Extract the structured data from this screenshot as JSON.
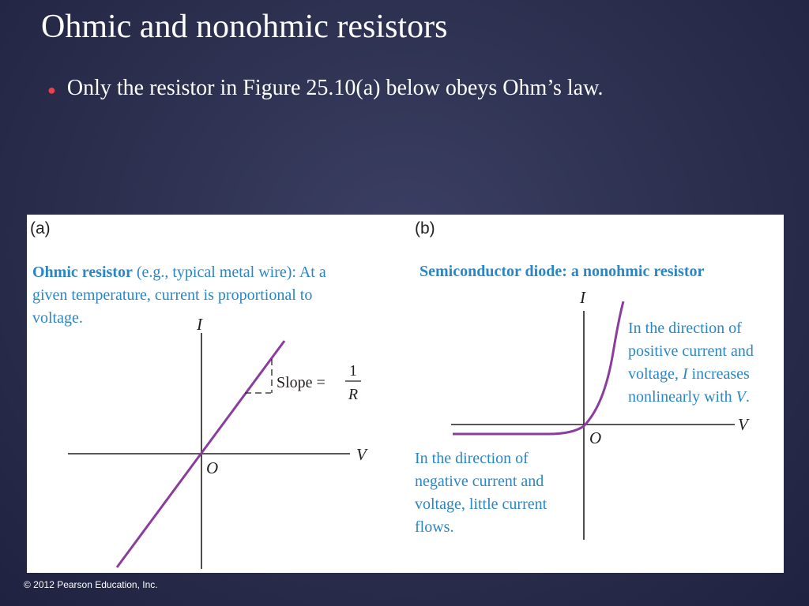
{
  "slide": {
    "title": "Ohmic and nonohmic resistors",
    "bullet": "Only the resistor in Figure 25.10(a) below obeys Ohm’s law.",
    "copyright": "© 2012 Pearson Education, Inc."
  },
  "colors": {
    "background": "#2d3050",
    "bullet_marker": "#e8434b",
    "caption": "#2a87c5",
    "curve": "#8a3d9c",
    "axis": "#231f20"
  },
  "panel_a": {
    "letter": "(a)",
    "caption_bold": "Ohmic resistor",
    "caption_line1_rest": " (e.g., typical metal wire): At a",
    "caption_line2": "given temperature, current is proportional to",
    "caption_line3": "voltage.",
    "axis_y": "I",
    "axis_x": "V",
    "origin": "O",
    "slope_word": "Slope =",
    "slope_num": "1",
    "slope_den": "R"
  },
  "panel_b": {
    "letter": "(b)",
    "caption_bold": "Semiconductor diode: a nonohmic resistor",
    "axis_y": "I",
    "axis_x": "V",
    "origin": "O",
    "note_positive": {
      "line1": "In the direction of",
      "line2": "positive current and",
      "line3_pre": "voltage, ",
      "line3_var": "I",
      "line3_post": " increases",
      "line4_pre": "nonlinearly with ",
      "line4_var": "V",
      "line4_post": "."
    },
    "note_negative": {
      "line1": "In the direction of",
      "line2": "negative current and",
      "line3": "voltage, little current",
      "line4": "flows."
    }
  }
}
